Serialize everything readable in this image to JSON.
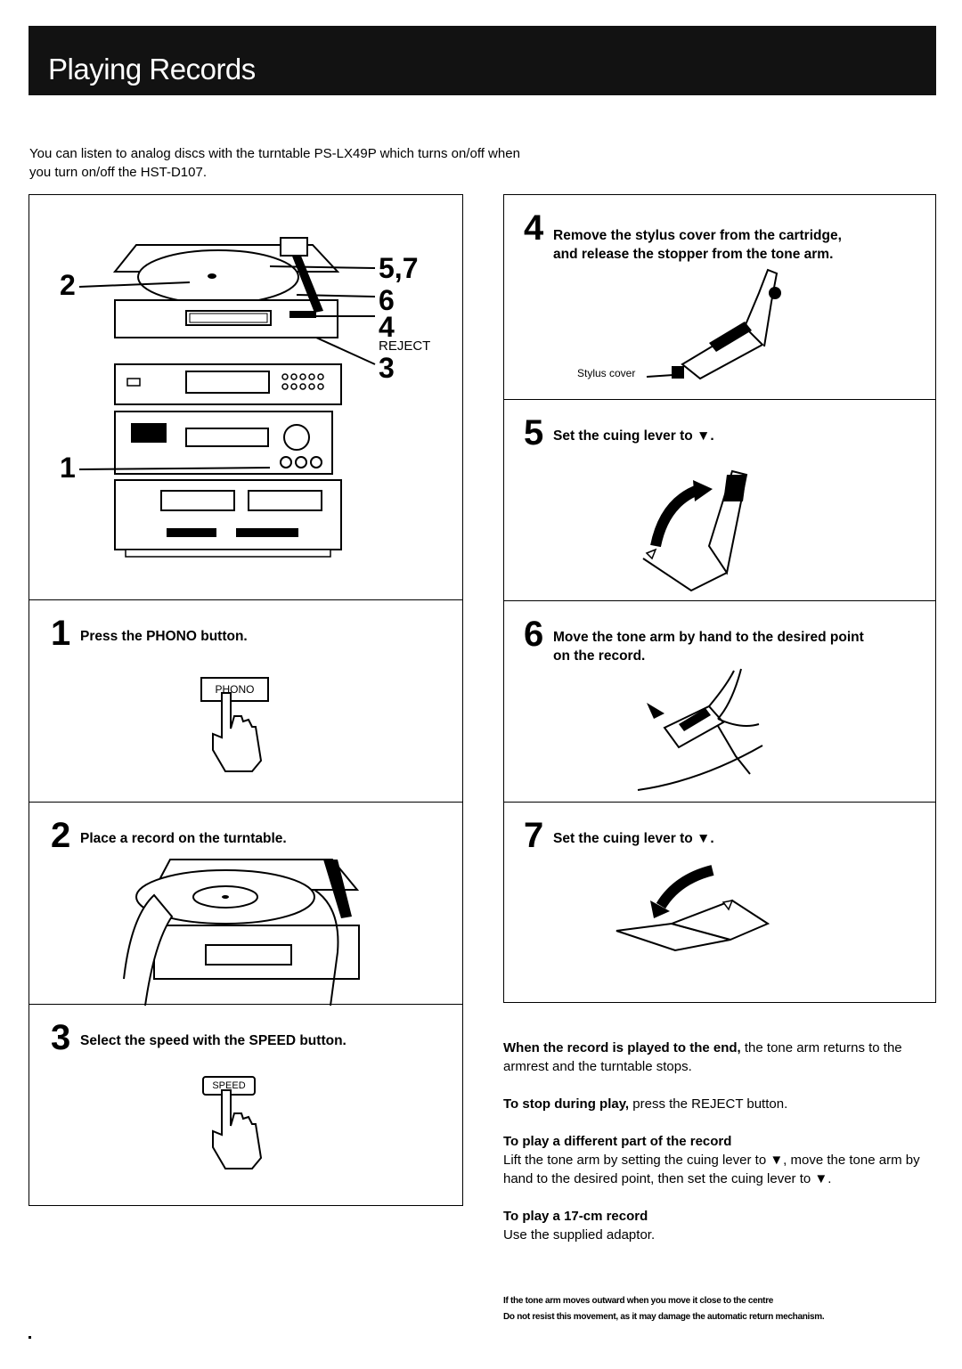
{
  "title": "Playing Records",
  "intro": {
    "line1": "You can listen to analog discs with the turntable PS-LX49P which turns on/off when",
    "line2": "you turn on/off the HST-D107."
  },
  "overview": {
    "labels": {
      "l1": "1",
      "l2": "2",
      "l57": "5,7",
      "l6": "6",
      "l4": "4",
      "reject": "REJECT",
      "l3": "3"
    }
  },
  "steps": [
    {
      "num": "1",
      "text": "Press the PHONO button.",
      "button_label": "PHONO"
    },
    {
      "num": "2",
      "text": "Place a record on the turntable."
    },
    {
      "num": "3",
      "text": "Select the speed with the SPEED button.",
      "button_label": "SPEED"
    },
    {
      "num": "4",
      "text_line1": "Remove the stylus cover from the cartridge,",
      "text_line2": "and release the stopper from the tone arm.",
      "figure_label": "Stylus cover"
    },
    {
      "num": "5",
      "text": "Set the cuing lever to ▼."
    },
    {
      "num": "6",
      "text_line1": "Move the tone arm by hand to the desired point",
      "text_line2": "on the record."
    },
    {
      "num": "7",
      "text": "Set the cuing lever to ▼."
    }
  ],
  "notes": {
    "n1_bold": "When the record is played to the end,",
    "n1_rest": " the tone arm returns to the armrest and the turntable stops.",
    "n2_bold": "To stop during play,",
    "n2_rest": " press the REJECT button.",
    "n3_head": "To play a different part of the record",
    "n3_body": "Lift the tone arm by setting the cuing lever to ▼, move the tone arm by hand to the desired point, then set the cuing lever to ▼.",
    "n4_head": "To play a 17-cm record",
    "n4_body": "Use the supplied adaptor.",
    "fine1": "If the tone arm moves outward when you move it close to the centre",
    "fine2": "Do not resist this movement, as it may damage the automatic return mechanism."
  }
}
